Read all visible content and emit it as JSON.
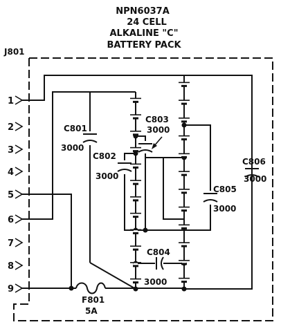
{
  "title": {
    "line1": "NPN6037A",
    "line2": "24 CELL",
    "line3": "ALKALINE \"C\"",
    "line4": "BATTERY PACK"
  },
  "connector": {
    "label": "J801",
    "pins": [
      "1",
      "2",
      "3",
      "4",
      "5",
      "6",
      "7",
      "8",
      "9"
    ]
  },
  "fuse": {
    "ref": "F801",
    "rating": "5A"
  },
  "capacitors": [
    {
      "ref": "C801",
      "value": "3000"
    },
    {
      "ref": "C802",
      "value": "3000"
    },
    {
      "ref": "C803",
      "value": "3000"
    },
    {
      "ref": "C804",
      "value": "3000"
    },
    {
      "ref": "C805",
      "value": "3000"
    },
    {
      "ref": "C806",
      "value": "3000"
    }
  ]
}
